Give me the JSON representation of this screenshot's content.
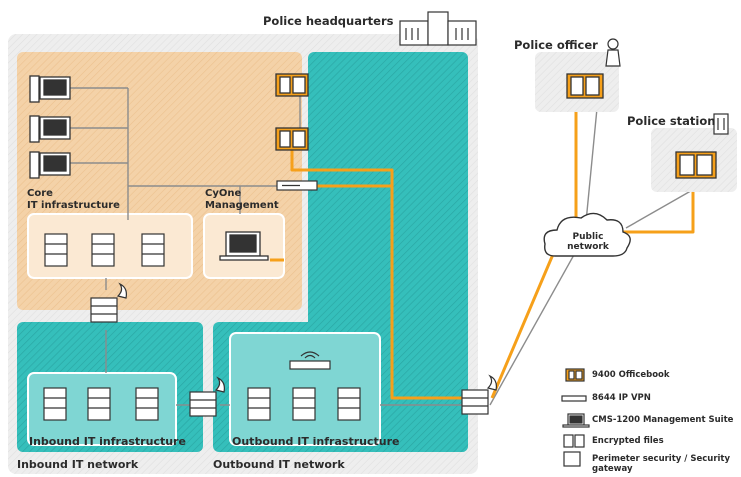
{
  "labels": {
    "headquarters": "Police headquarters",
    "officer": "Police officer",
    "station": "Police station",
    "core_title_line1": "Core",
    "core_title_line2": "IT infrastructure",
    "mgmt_line1": "CyOne",
    "mgmt_line2": "Management",
    "public_network_line1": "Public",
    "public_network_line2": "network",
    "inbound_infra": "Inbound IT infrastructure",
    "outbound_infra": "Outbound IT infrastructure",
    "inbound_network": "Inbound IT network",
    "outbound_network": "Outbound IT network"
  },
  "legend": [
    {
      "icon": "officebook-icon",
      "label": "9400 Officebook"
    },
    {
      "icon": "vpn-device-icon",
      "label": "8644 IP VPN"
    },
    {
      "icon": "management-laptop-icon",
      "label": "CMS-1200 Management Suite"
    },
    {
      "icon": "encrypted-files-icon",
      "label": "Encrypted files"
    },
    {
      "icon": "firewall-icon",
      "label": "Perimeter security / Security gateway"
    }
  ],
  "colors": {
    "core_zone": "#f3cfa1",
    "teal_zone": "#33bdb9",
    "headquarters_zone": "#e8e8e8",
    "vpn_link": "#f7a21b",
    "plain_link": "#9a9a9a"
  }
}
